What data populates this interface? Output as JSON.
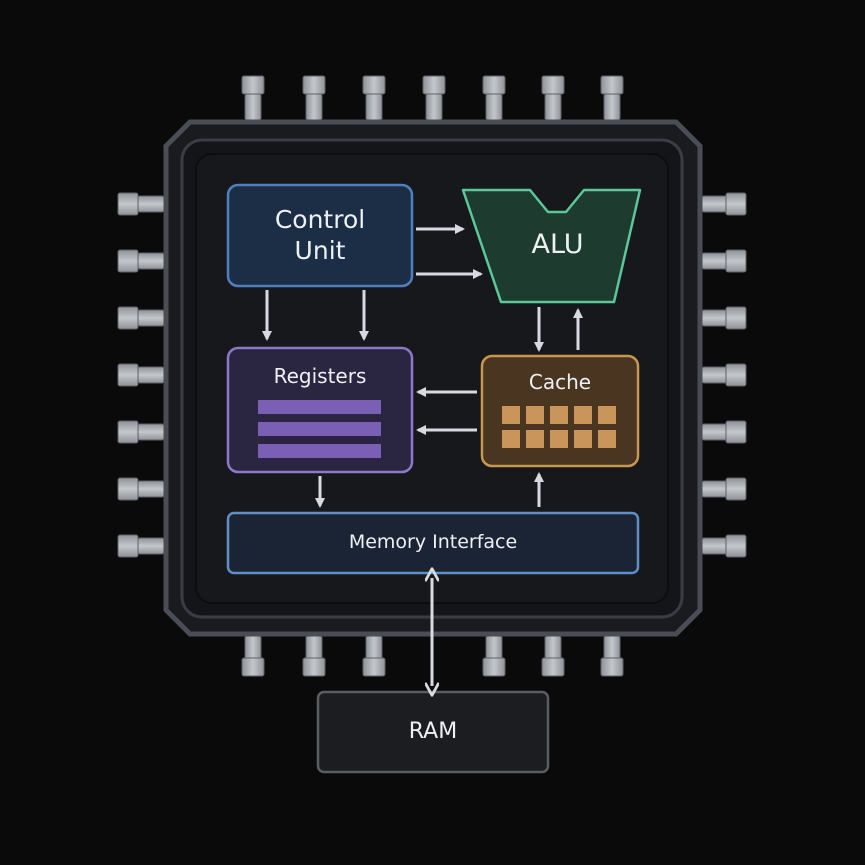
{
  "blocks": {
    "control_unit": "Control\nUnit",
    "alu": "ALU",
    "registers": "Registers",
    "cache": "Cache",
    "memory_interface": "Memory Interface",
    "ram": "RAM"
  },
  "colors": {
    "background": "#0b0a0a",
    "chip_body": "#17181c",
    "chip_border": "#4a4d55",
    "pin": "#a9acb2",
    "control_unit_border": "#4f7fbf",
    "control_unit_fill": "#1c2e45",
    "alu_border": "#5cc79a",
    "alu_fill": "#1d3b2e",
    "registers_border": "#8d78c9",
    "registers_fill": "#2a2540",
    "registers_bars": "#7a5fb4",
    "cache_border": "#c99650",
    "cache_fill": "#4a3520",
    "cache_cells": "#c9955a",
    "memory_interface_border": "#5f8fc6",
    "memory_interface_fill": "#1b2434",
    "ram_border": "#5a5d63",
    "ram_fill": "#1c1d20",
    "arrow": "#d7dadf"
  }
}
